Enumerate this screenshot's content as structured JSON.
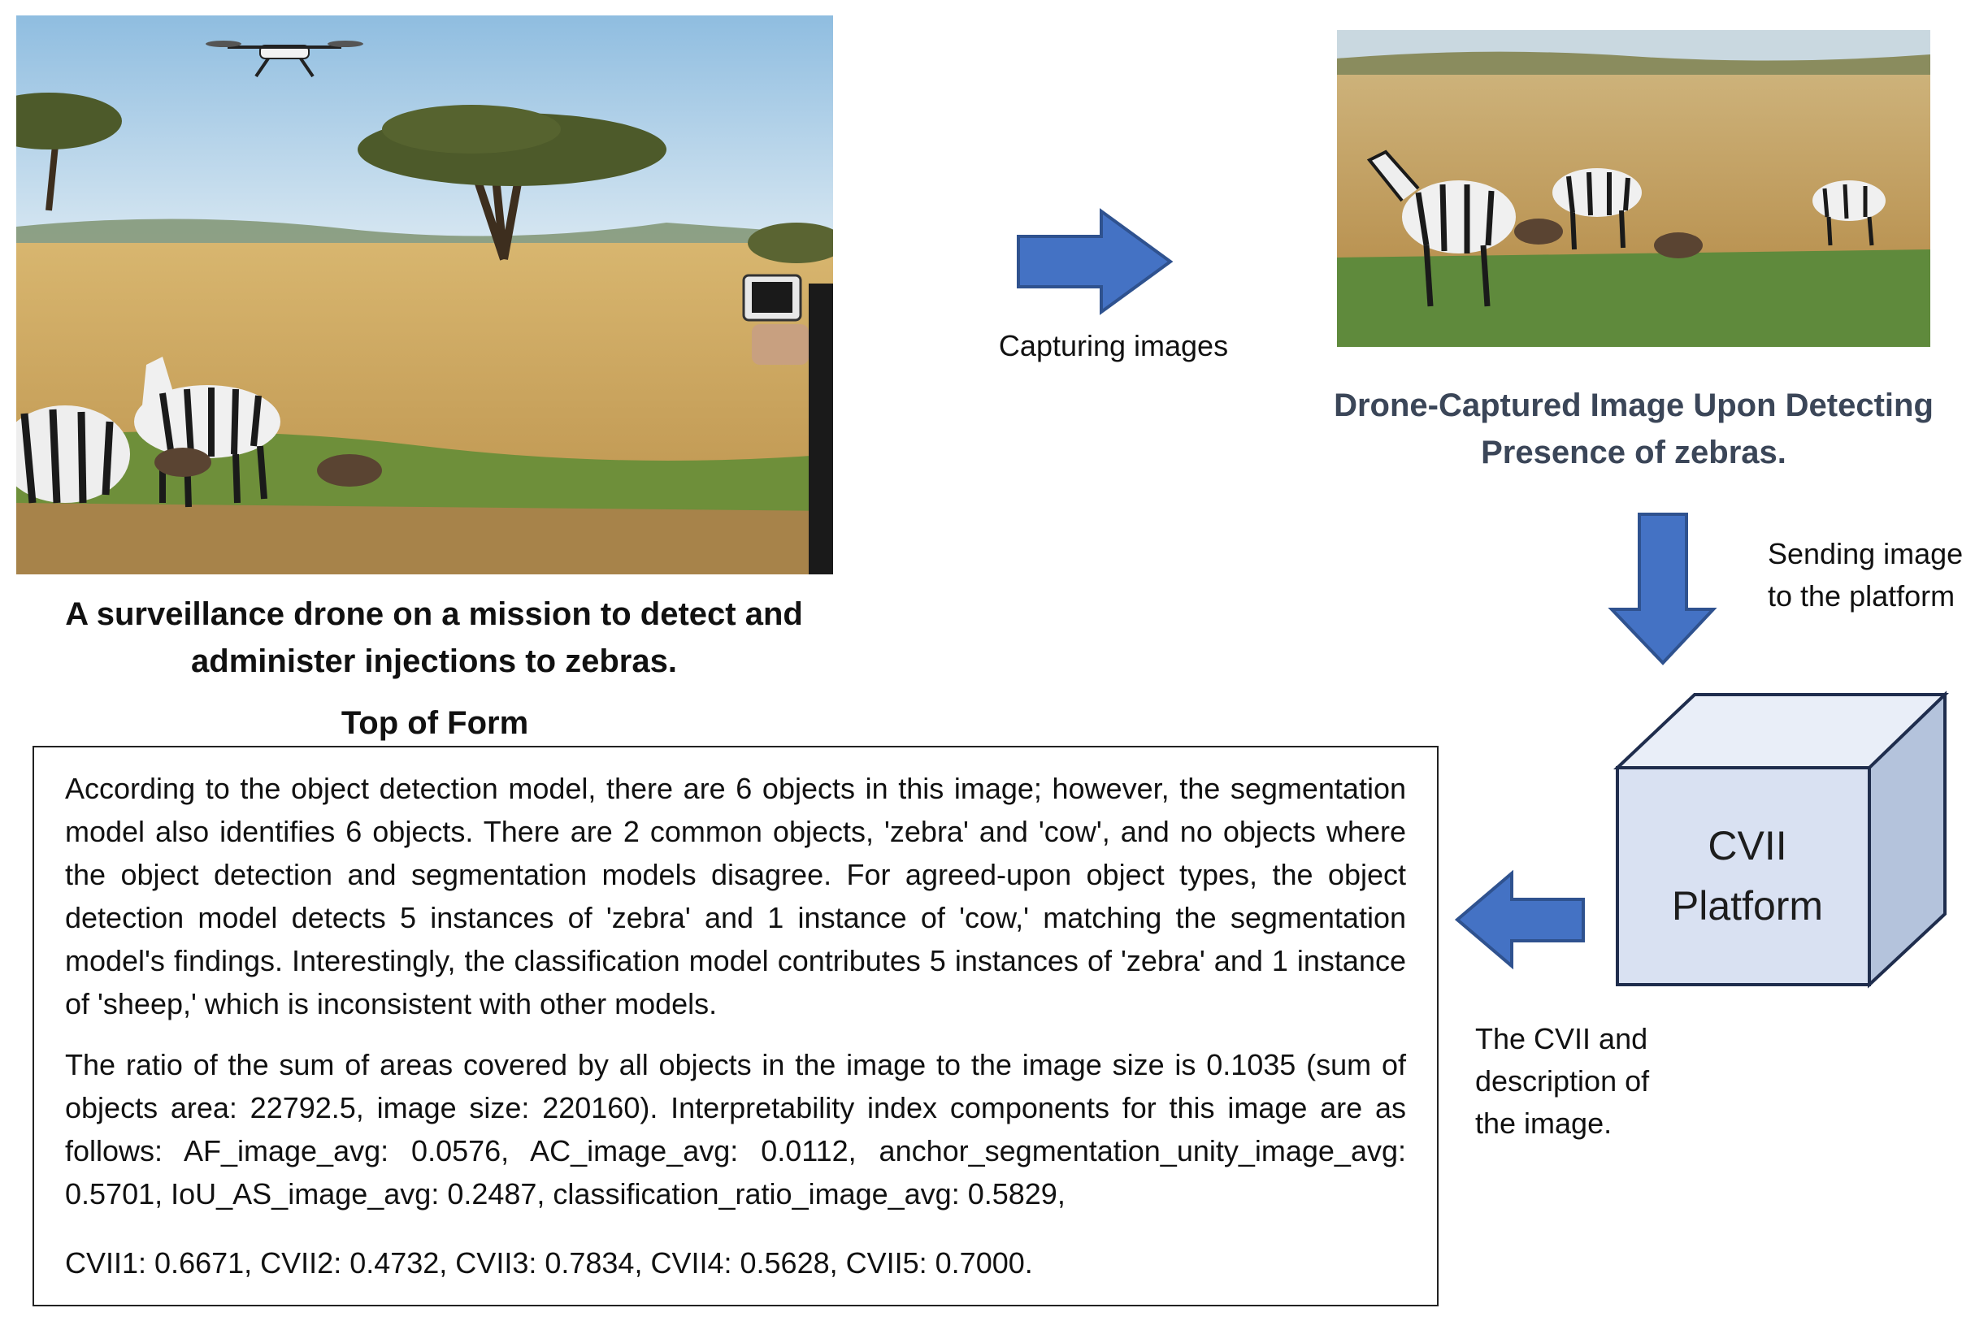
{
  "photo1": {
    "alt": "A surveillance drone on a mission to detect and administer injections to zebras.",
    "colors": {
      "sky": "#a9cde8",
      "grass": "#c9a65a",
      "green": "#6e8f3a",
      "zebra_black": "#1a1a1a"
    }
  },
  "photo2": {
    "alt": "Drone-Captured Image Upon Detecting Presence of zebras.",
    "colors": {
      "grass": "#c8a45e",
      "green": "#5f8a3c"
    }
  },
  "captions": {
    "photo1_line1": "A surveillance drone on a mission to detect and",
    "photo1_line2": "administer injections to zebras.",
    "photo2_line1": "Drone-Captured Image Upon Detecting",
    "photo2_line2": "Presence of zebras.",
    "top_of_form": "Top of Form"
  },
  "flow_labels": {
    "capturing": "Capturing images",
    "sending_line1": "Sending image",
    "sending_line2": "to the platform",
    "description_line1": "The CVII and",
    "description_line2": "description of",
    "description_line3": "the image."
  },
  "platform": {
    "line1": "CVII",
    "line2": "Platform"
  },
  "description": {
    "paragraph1": "According to the object detection model, there are 6 objects in this image; however, the segmentation model also identifies 6 objects. There are 2 common objects, 'zebra' and 'cow', and no objects where the object detection and segmentation models disagree. For agreed-upon object types, the object detection model detects 5 instances of 'zebra' and 1 instance of 'cow,' matching the segmentation model's findings. Interestingly, the classification model contributes 5 instances of 'zebra' and 1 instance of 'sheep,' which is inconsistent with other models.",
    "paragraph2": "The ratio of the sum of areas covered by all objects in the image to the image size is 0.1035 (sum of objects area: 22792.5, image size: 220160). Interpretability index components for this image are as follows: AF_image_avg: 0.0576, AC_image_avg: 0.0112, anchor_segmentation_unity_image_avg: 0.5701, IoU_AS_image_avg: 0.2487, classification_ratio_image_avg: 0.5829,",
    "paragraph3": "CVII1: 0.6671, CVII2: 0.4732, CVII3: 0.7834, CVII4: 0.5628, CVII5: 0.7000."
  },
  "colors": {
    "arrow_fill": "#4472c4",
    "arrow_stroke": "#2f528f",
    "cube_front": "#d9e1f2",
    "cube_top": "#e9eef8",
    "cube_side": "#b4c3dc",
    "cube_stroke": "#1f2d4d"
  }
}
